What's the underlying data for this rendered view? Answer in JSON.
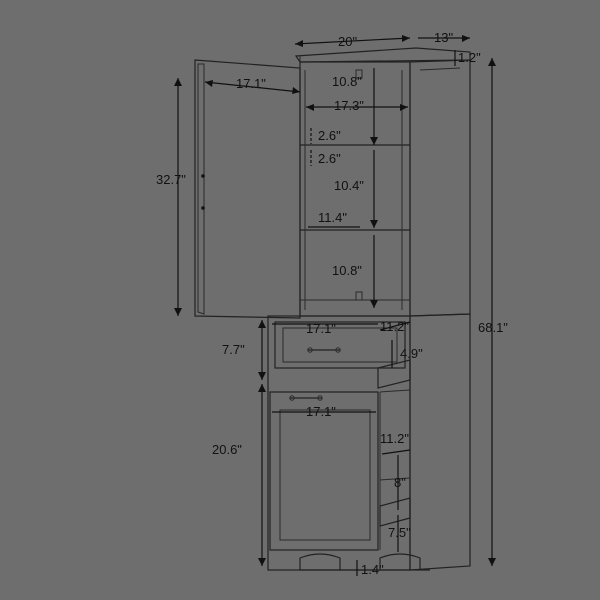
{
  "diagram": {
    "background": "#6e6e6e",
    "line_color": "#222222",
    "dimensions": {
      "top_width": "20\"",
      "top_depth": "13\"",
      "top_thickness": "1.2\"",
      "door_width": "17.1\"",
      "upper_height": "32.7\"",
      "total_height": "68.1\"",
      "shelf1_height": "10.8\"",
      "inner_width": "17.3\"",
      "gap_a": "2.6\"",
      "gap_b": "2.6\"",
      "shelf2_height": "10.4\"",
      "shelf_depth": "11.4\"",
      "shelf3_height": "10.8\"",
      "drawer_width": "17.1\"",
      "drawer_depth": "11.2\"",
      "drawer_height": "7.7\"",
      "drawer_inner_height": "4.9\"",
      "lower_door_width": "17.1\"",
      "lower_height": "20.6\"",
      "lower_depth": "11.2\"",
      "lower_shelf_height": "8\"",
      "lower_bottom_height": "7.5\"",
      "foot_height": "1.4\""
    }
  }
}
